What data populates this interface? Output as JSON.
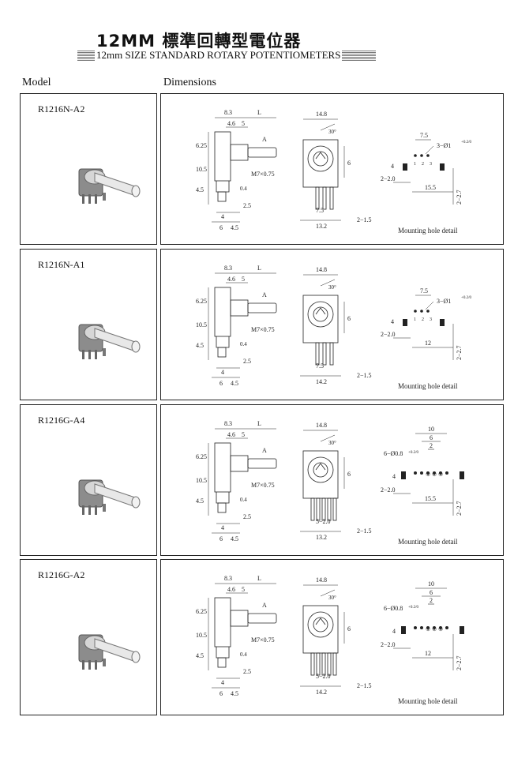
{
  "header": {
    "title_zh": "12MM 標準回轉型電位器",
    "title_en": "12mm SIZE STANDARD ROTARY  POTENTIOMETERS"
  },
  "columns": {
    "model": "Model",
    "dimensions": "Dimensions"
  },
  "rows": [
    {
      "model": "R1216N-A2",
      "dims": {
        "w83": "8.3",
        "L": "L",
        "w46": "4.6",
        "w5": "5",
        "A": "A",
        "h625": "6.25",
        "h105": "10.5",
        "h45": "4.5",
        "thread": "M7×0.75",
        "d04": "0.4",
        "d25": "2.5",
        "w4": "4",
        "w6": "6",
        "w45": "4.5",
        "w148": "14.8",
        "ang": "30°",
        "w75": "7.5",
        "s6": "6",
        "base_w": "13.2",
        "pin_note": "2−1.5"
      },
      "hole": {
        "pitch": "7.5",
        "holes": "3−Ø1",
        "tol": "+0.2/0",
        "h4": "4",
        "pins": [
          "1",
          "2",
          "3"
        ],
        "slot": "2−2.0",
        "span": "15.5",
        "side": "2−2.7",
        "caption": "Mounting hole detail"
      }
    },
    {
      "model": "R1216N-A1",
      "dims": {
        "w83": "8.3",
        "L": "L",
        "w46": "4.6",
        "w5": "5",
        "A": "A",
        "h625": "6.25",
        "h105": "10.5",
        "h45": "4.5",
        "thread": "M7×0.75",
        "d04": "0.4",
        "d25": "2.5",
        "w4": "4",
        "w6": "6",
        "w45": "4.5",
        "w148": "14.8",
        "ang": "30°",
        "w75": "7.5",
        "s6": "6",
        "base_w": "14.2",
        "pin_note": "2−1.5"
      },
      "hole": {
        "pitch": "7.5",
        "holes": "3−Ø1",
        "tol": "+0.2/0",
        "h4": "4",
        "pins": [
          "1",
          "2",
          "3"
        ],
        "slot": "2−2.0",
        "span": "12",
        "side": "2−2.7",
        "caption": "Mounting hole detail"
      }
    },
    {
      "model": "R1216G-A4",
      "dims": {
        "w83": "8.3",
        "L": "L",
        "w46": "4.6",
        "w5": "5",
        "A": "A",
        "h625": "6.25",
        "h105": "10.5",
        "h45": "4.5",
        "thread": "M7×0.75",
        "d04": "0.4",
        "d25": "2.5",
        "w4": "4",
        "w6": "6",
        "w45": "4.5",
        "w148": "14.8",
        "ang": "30°",
        "w75": "5−2.0",
        "s6": "6",
        "base_w": "13.2",
        "pin_note": "2−1.5"
      },
      "hole": {
        "pitch": "10",
        "sub6": "6",
        "sub2": "2",
        "holes": "6−Ø0.8",
        "tol": "+0.2/0",
        "h4": "4",
        "pins": [
          "①",
          "②",
          "③"
        ],
        "slot": "2−2.0",
        "span": "15.5",
        "side": "2−2.7",
        "caption": "Mounting hole detail"
      }
    },
    {
      "model": "R1216G-A2",
      "dims": {
        "w83": "8.3",
        "L": "L",
        "w46": "4.6",
        "w5": "5",
        "A": "A",
        "h625": "6.25",
        "h105": "10.5",
        "h45": "4.5",
        "thread": "M7×0.75",
        "d04": "0.4",
        "d25": "2.5",
        "w4": "4",
        "w6": "6",
        "w45": "4.5",
        "w148": "14.8",
        "ang": "30°",
        "w75": "5−2.0",
        "s6": "6",
        "base_w": "14.2",
        "pin_note": "2−1.5"
      },
      "hole": {
        "pitch": "10",
        "sub6": "6",
        "sub2": "2",
        "holes": "6−Ø0.8",
        "tol": "+0.2/0",
        "h4": "4",
        "pins": [
          "①",
          "②",
          "③"
        ],
        "slot": "2−2.0",
        "span": "12",
        "side": "2−2.7",
        "caption": "Mounting hole detail"
      }
    }
  ]
}
